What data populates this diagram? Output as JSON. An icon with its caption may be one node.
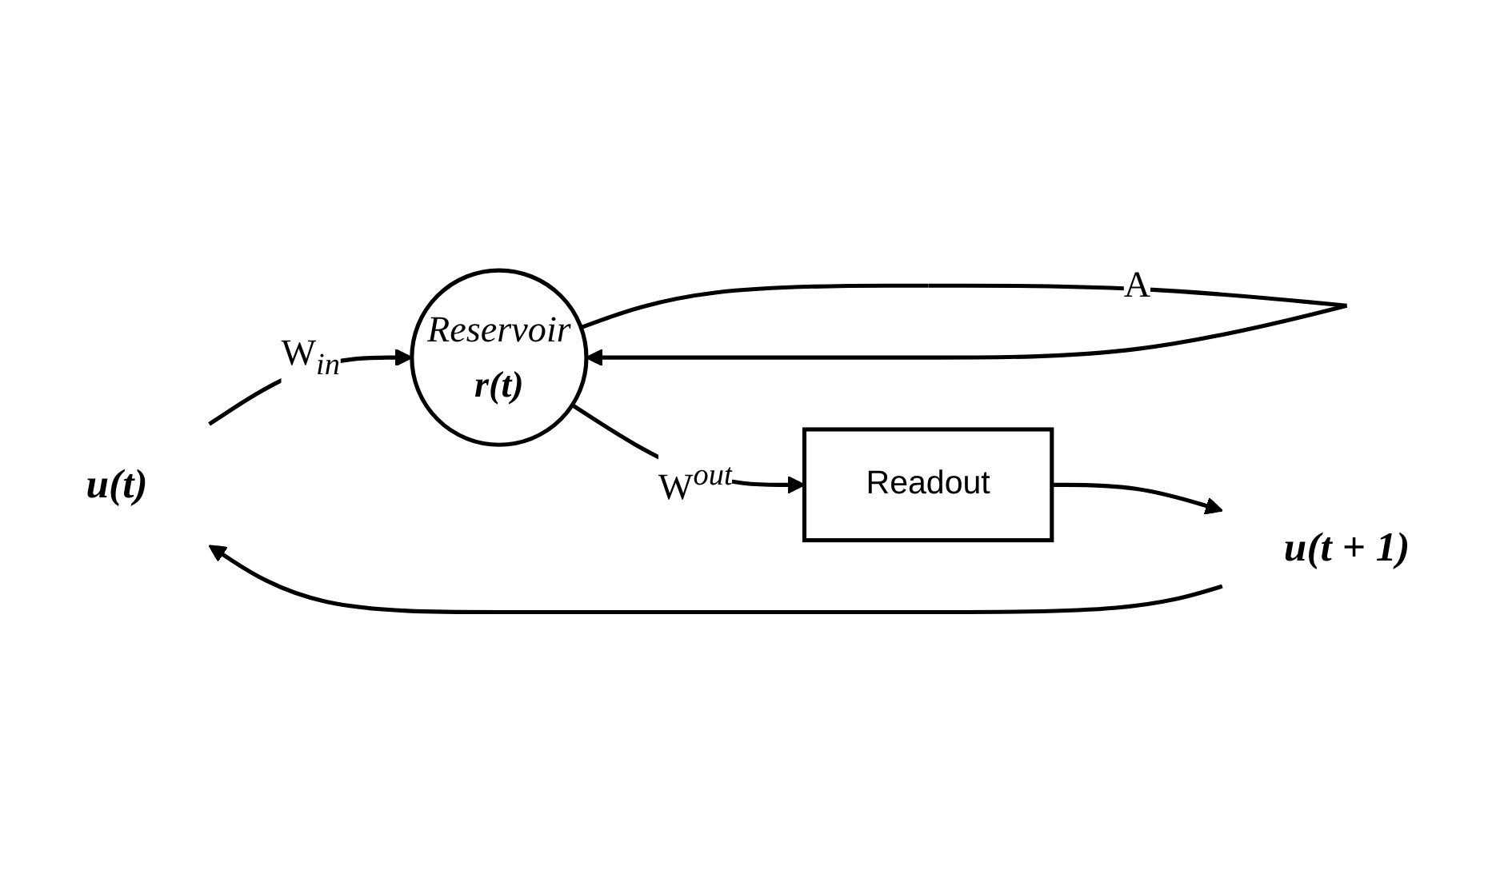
{
  "diagram": {
    "nodes": [
      {
        "text": [
          "u(t)"
        ]
      },
      {
        "text": [
          "Reservoir",
          "r(t)"
        ]
      },
      {
        "text": [
          "Readout"
        ]
      },
      {
        "text": [
          "u(t + 1)"
        ]
      }
    ],
    "edges": [
      {
        "from": 0,
        "to": 1,
        "arrow": "to",
        "label": "W$_{in}$"
      },
      {
        "from": 1,
        "to": 1,
        "arrow": "to",
        "label": "A"
      },
      {
        "from": 1,
        "to": 2,
        "arrow": "to",
        "label": "W$^{out}$"
      },
      {
        "from": 2,
        "to": 3,
        "arrow": "to"
      },
      {
        "from": 3,
        "to": 0,
        "arrow": "to"
      }
    ]
  }
}
